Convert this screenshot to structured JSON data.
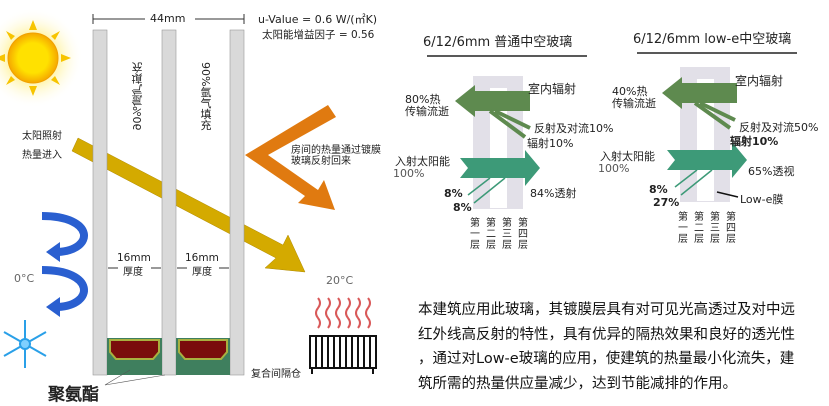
{
  "left": {
    "width_label": "44mm",
    "u_value": "u-Value = 0.6 W/(㎡K)",
    "solar_gain": "太阳能增益因子 = 0.56",
    "gas_fill_1": "90%氩气填充",
    "gas_fill_2": "90%氩气填充",
    "sun_in_1": "太阳照射",
    "sun_in_2": "热量进入",
    "reflect_1": "房间的热量通过镀膜",
    "reflect_2": "玻璃反射回来",
    "gap1_size": "16mm",
    "gap1_label": "厚度",
    "gap2_size": "16mm",
    "gap2_label": "厚度",
    "outside_temp": "0°C",
    "inside_temp": "20°C",
    "spacer_label": "复合间隔仓",
    "sealant_label": "聚氨酯"
  },
  "diagram1": {
    "title": "6/12/6mm 普通中空玻璃",
    "indoor": "室内辐射",
    "loss_1": "80%热",
    "loss_2": "传输流逝",
    "refl": "反射及对流10%",
    "rad": "辐射10%",
    "in_1": "入射太阳能",
    "in_2": "100%",
    "out": "84%透射",
    "r1": "8%",
    "r2": "8%",
    "layers": [
      "第一层",
      "第二层",
      "第三层",
      "第四层"
    ]
  },
  "diagram2": {
    "title": "6/12/6mm low-e中空玻璃",
    "indoor": "室内辐射",
    "loss_1": "40%热",
    "loss_2": "传输流逝",
    "refl": "反射及对流50%",
    "rad": "辐射10%",
    "in_1": "入射太阳能",
    "in_2": "100%",
    "out": "65%透视",
    "r1": "8%",
    "r2": "27%",
    "coat": "Low-e膜",
    "layers": [
      "第一层",
      "第二层",
      "第三层",
      "第四层"
    ]
  },
  "paragraph": [
    "本建筑应用此玻璃，其镀膜层具有对可见光高透过及对中远",
    "红外线高反射的特性，具有优异的隔热效果和良好的透光性",
    "，通过对Low-e玻璃的应用，使建筑的热量最小化流失，建",
    "筑所需的热量供应量减少，达到节能减排的作用。"
  ],
  "colors": {
    "glass": "#d9d9d9",
    "sun_arrow": "#d4aa00",
    "heat_arrow": "#e07a10",
    "cold_arrow": "#2a5fd0",
    "green_dark": "#5e8a4f",
    "green_teal": "#3d9a78"
  }
}
